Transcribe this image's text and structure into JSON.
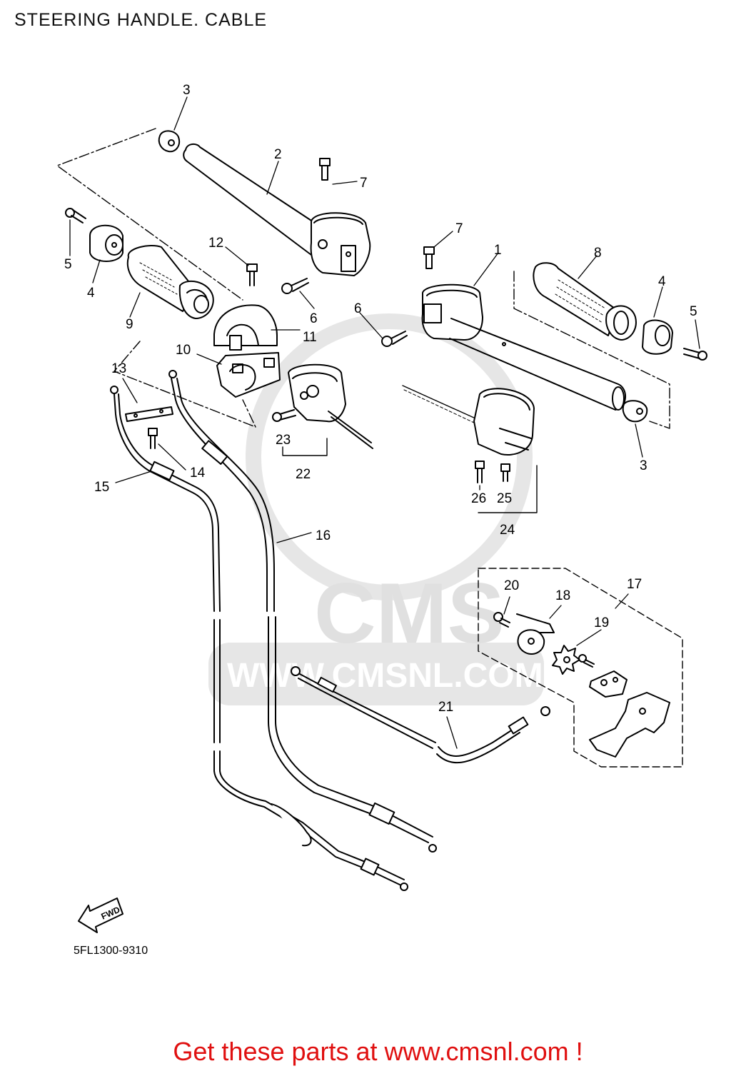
{
  "page": {
    "title": "STEERING HANDLE. CABLE",
    "part_code": "5FL1300-9310",
    "footer_link": "Get these parts at www.cmsnl.com !"
  },
  "watermark": {
    "brand": "CMS",
    "url": "WWW.CMSNL.COM"
  },
  "fwd_arrow": {
    "label": "FWD"
  },
  "callouts": {
    "c1": "1",
    "c2": "2",
    "c3a": "3",
    "c3b": "3",
    "c4a": "4",
    "c4b": "4",
    "c5a": "5",
    "c5b": "5",
    "c6a": "6",
    "c6b": "6",
    "c7a": "7",
    "c7b": "7",
    "c8": "8",
    "c9": "9",
    "c10": "10",
    "c11": "11",
    "c12": "12",
    "c13": "13",
    "c14": "14",
    "c15": "15",
    "c16": "16",
    "c17": "17",
    "c18": "18",
    "c19": "19",
    "c20": "20",
    "c21": "21",
    "c22": "22",
    "c23": "23",
    "c24": "24",
    "c25": "25",
    "c26": "26"
  },
  "colors": {
    "link": "#e01010",
    "line": "#000000",
    "watermark": "#e2e2e2"
  }
}
